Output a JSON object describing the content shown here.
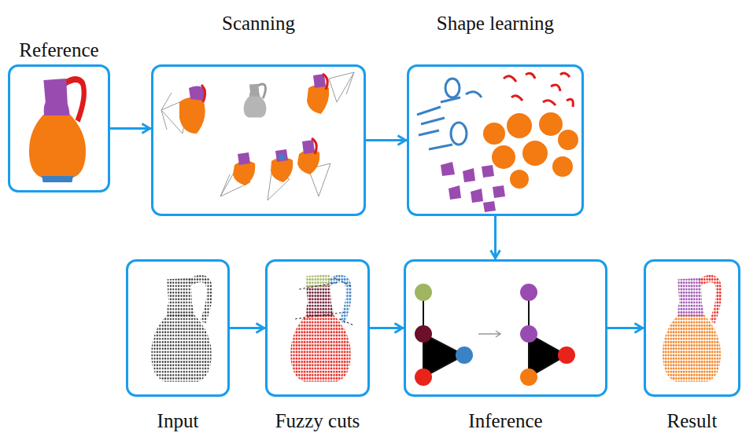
{
  "diagram": {
    "nodes": [
      {
        "text": [
          "Reference"
        ]
      },
      {
        "text": [
          "Scanning"
        ]
      },
      {
        "text": [
          "Shape learning"
        ]
      },
      {
        "text": [
          "Input"
        ]
      },
      {
        "text": [
          "Fuzzy cuts"
        ]
      },
      {
        "text": [
          "Inference"
        ]
      },
      {
        "text": [
          "Result"
        ]
      }
    ],
    "edges": [
      {
        "from": 0,
        "to": 1,
        "arrow": "to"
      },
      {
        "from": 1,
        "to": 2,
        "arrow": "to"
      },
      {
        "from": 2,
        "to": 5,
        "arrow": "to"
      },
      {
        "from": 3,
        "to": 4,
        "arrow": "to"
      },
      {
        "from": 4,
        "to": 5,
        "arrow": "to"
      },
      {
        "from": 5,
        "to": 6,
        "arrow": "to"
      }
    ]
  }
}
